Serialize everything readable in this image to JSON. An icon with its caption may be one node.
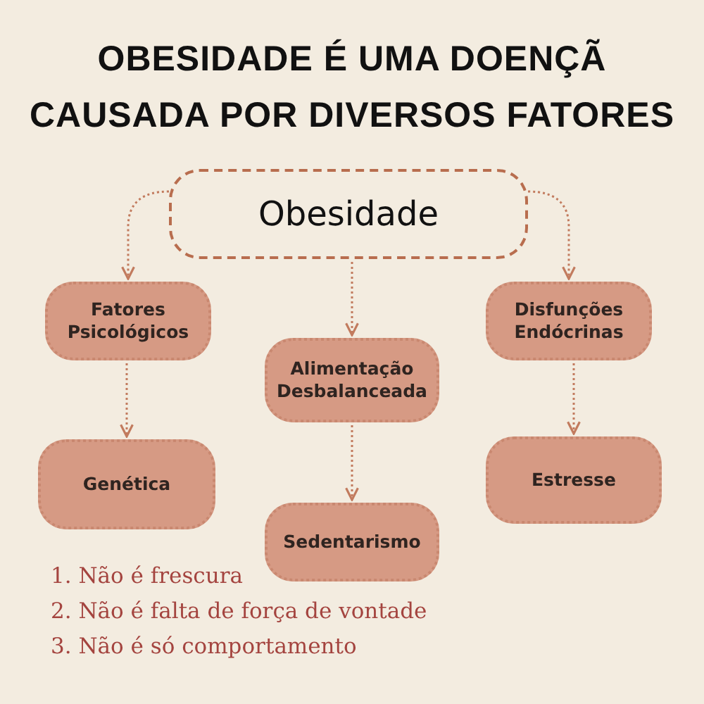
{
  "diagram": {
    "title": "OBESIDADE É UMA DOENÇÃ CAUSADA POR DIVERSOS FATORES",
    "nodes": [
      {
        "text": [
          "Obesidade"
        ]
      },
      {
        "text": [
          "Fatores Psicológicos"
        ]
      },
      {
        "text": [
          "Alimentação Desbalanceada"
        ]
      },
      {
        "text": [
          "Disfunções Endócrinas"
        ]
      },
      {
        "text": [
          "Genética"
        ]
      },
      {
        "text": [
          "Sedentarismo"
        ]
      },
      {
        "text": [
          "Estresse"
        ]
      }
    ],
    "edges": [
      {
        "from": 0,
        "to": 1,
        "arrow": "to"
      },
      {
        "from": 0,
        "to": 2,
        "arrow": "to"
      },
      {
        "from": 0,
        "to": 3,
        "arrow": "to"
      },
      {
        "from": 1,
        "to": 4,
        "arrow": "to"
      },
      {
        "from": 2,
        "to": 5,
        "arrow": "to"
      },
      {
        "from": 3,
        "to": 6,
        "arrow": "to"
      }
    ],
    "labels": [
      "1. Não é frescura",
      "2. Não é falta de força de vontade",
      "3. Não é só comportamento"
    ]
  }
}
